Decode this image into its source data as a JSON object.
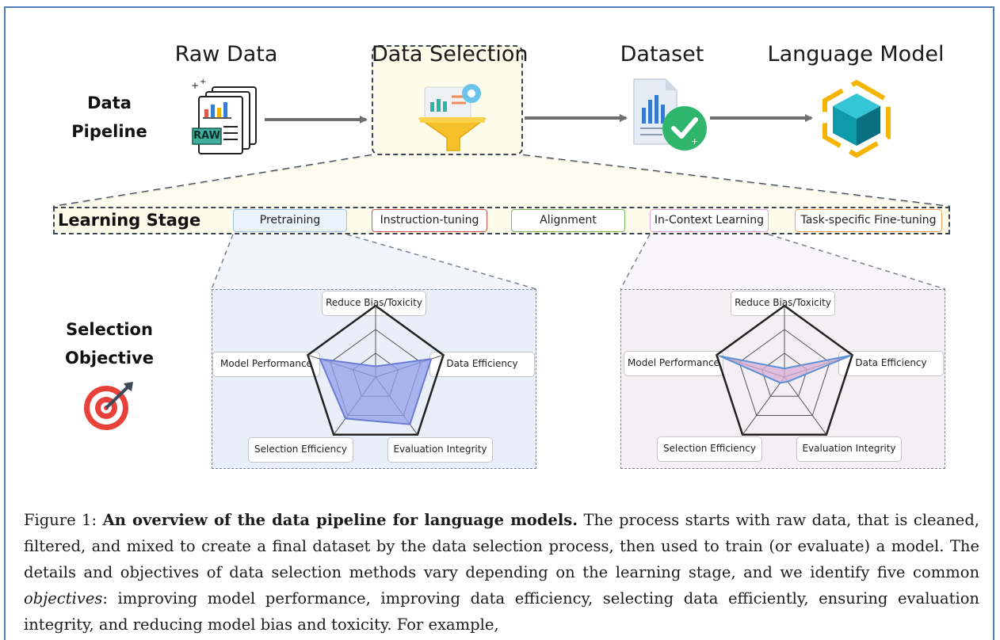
{
  "pipeline": {
    "side_label": "Data\nPipeline",
    "stages": [
      {
        "label": "Raw Data",
        "icon": "raw-data-documents-icon"
      },
      {
        "label": "Data Selection",
        "icon": "filter-funnel-icon"
      },
      {
        "label": "Dataset",
        "icon": "dataset-check-icon"
      },
      {
        "label": "Language Model",
        "icon": "cube-model-icon"
      }
    ],
    "raw_badge": "RAW"
  },
  "learning_stage": {
    "label": "Learning Stage",
    "stages": [
      {
        "label": "Pretraining",
        "border": "#9ec3e6",
        "fill": "#eaf2fb"
      },
      {
        "label": "Instruction-tuning",
        "border": "#d9534f",
        "fill": "#ffffff"
      },
      {
        "label": "Alignment",
        "border": "#7ab55c",
        "fill": "#ffffff"
      },
      {
        "label": "In-Context Learning",
        "border": "#e9a3d6",
        "fill": "#ffffff"
      },
      {
        "label": "Task-specific Fine-tuning",
        "border": "#f0a35e",
        "fill": "#ffffff"
      }
    ]
  },
  "selection_objective": {
    "side_label": "Selection\nObjective",
    "icon": "target-dart-icon",
    "objectives": [
      "Reduce Bias/Toxicity",
      "Data Efficiency",
      "Evaluation Integrity",
      "Selection Efficiency",
      "Model  Performance"
    ],
    "panels": [
      {
        "stage": "Pretraining",
        "panel_fill": "#e9eff9",
        "area_fill": "#8f9fe8",
        "area_stroke": "#6a7bd6",
        "values": [
          0.15,
          0.82,
          0.82,
          0.72,
          0.82
        ]
      },
      {
        "stage": "In-Context Learning",
        "panel_fill": "#f4eff3",
        "area_fill": "#d8aed6",
        "area_stroke": "#5b8fd6",
        "values": [
          0.12,
          0.98,
          0.08,
          0.1,
          0.95
        ]
      }
    ]
  },
  "caption": {
    "prefix": "Figure 1: ",
    "bold": "An overview of the data pipeline for language models.",
    "text1": " The process starts with raw data, that is cleaned, filtered, and mixed to create a final dataset by the data selection process, then used to train (or evaluate) a model. The details and objectives of data selection methods vary depending on the learning stage, and we identify five common ",
    "italic": "objectives",
    "text2": ": improving model performance, improving data efficiency, selecting data efficiently, ensuring evaluation integrity, and reducing model bias and toxicity. For example,"
  },
  "colors": {
    "frame": "#4f7fb7",
    "arrow": "#6f6f6f",
    "dash": "#3d4654",
    "highlight": "#fdfbea"
  }
}
